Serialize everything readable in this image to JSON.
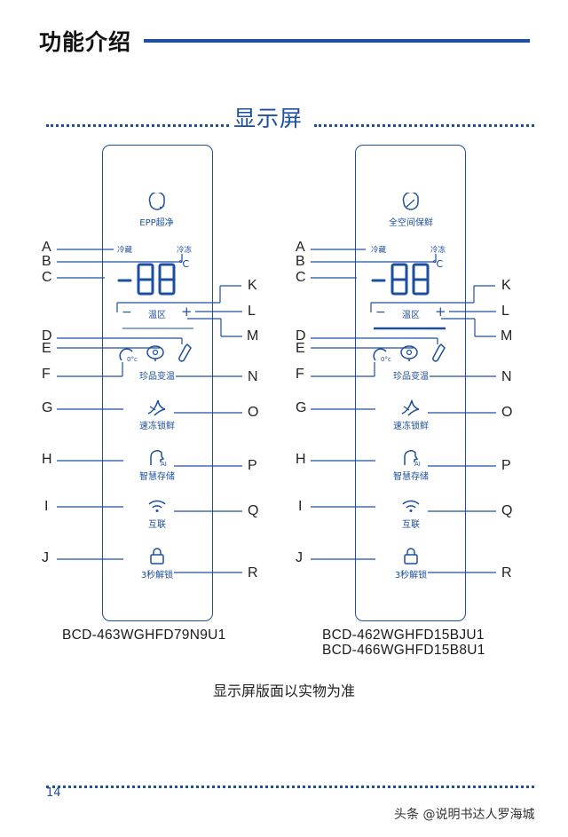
{
  "header": {
    "title": "功能介绍"
  },
  "section": {
    "heading": "显示屏"
  },
  "panels": [
    {
      "mode_label": "EPP超净",
      "mode_icon": "leaf-sparkle-icon",
      "model_lines": [
        "BCD-463WGHFD79N9U1"
      ]
    },
    {
      "mode_label": "全空间保鲜",
      "mode_icon": "leaf-icon",
      "model_lines": [
        "BCD-462WGHFD15BJU1",
        "BCD-466WGHFD15B8U1"
      ]
    }
  ],
  "panel_common": {
    "zone_fridge": "冷藏",
    "zone_freezer": "冷冻",
    "temp_digits": "-88",
    "temp_unit": "℃",
    "minus": "−",
    "plus": "+",
    "temp_zone": "温区",
    "mode_slot_label": "珍品变温",
    "quick_freeze": "速冻锁鲜",
    "smart_storage": "智慧存储",
    "interconnect": "互联",
    "unlock": "3秒解锁",
    "icons": [
      "zero-degree-icon",
      "meat-icon",
      "bottle-icon",
      "snowflake-bird-icon",
      "ai-head-icon",
      "wifi-icon",
      "lock-icon"
    ]
  },
  "left_letters": [
    "A",
    "B",
    "C",
    "D",
    "E",
    "F",
    "G",
    "H",
    "I",
    "J"
  ],
  "right_letters": [
    "K",
    "L",
    "M",
    "N",
    "O",
    "P",
    "Q",
    "R"
  ],
  "footer": {
    "note": "显示屏版面以实物为准",
    "page_number": "14",
    "watermark": "头条 @说明书达人罗海城"
  },
  "colors": {
    "accent": "#1d4fa0",
    "text": "#1a1a1a"
  }
}
